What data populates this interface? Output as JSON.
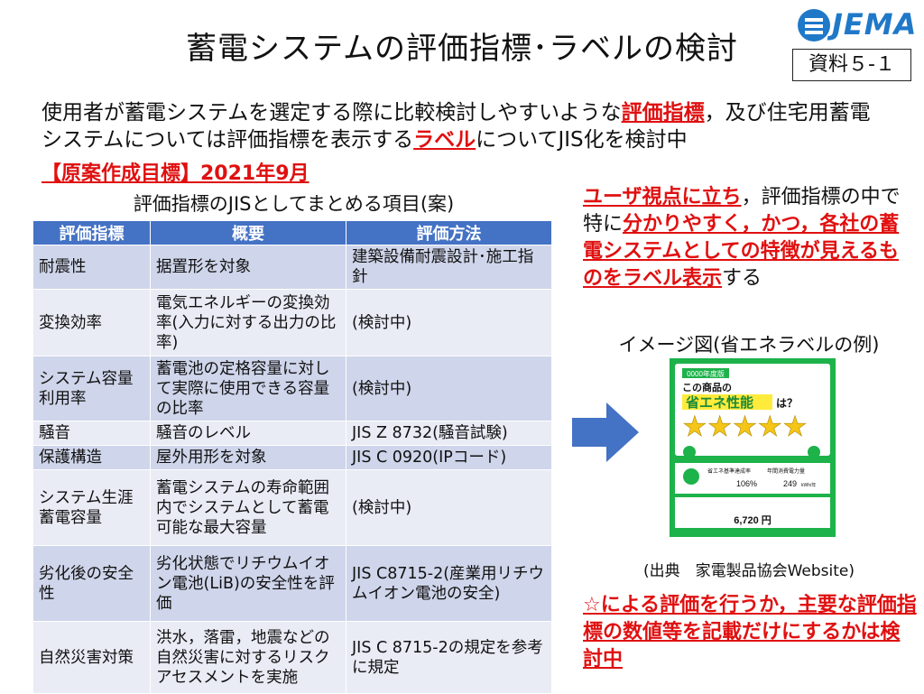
{
  "title": "蓄電システムの評価指標･ラベルの検討",
  "logo": {
    "text": "JEMA"
  },
  "doc_number": "資料５-１",
  "intro": {
    "part1": "使用者が蓄電システムを選定する際に比較検討しやすいような",
    "highlight1": "評価指標",
    "part2": "，及び住宅用蓄電システムについては評価指標を表示する",
    "highlight2": "ラベル",
    "part3": "についてJIS化を検討中"
  },
  "target": "【原案作成目標】2021年9月",
  "table_caption": "評価指標のJISとしてまとめる項目(案)",
  "table": {
    "headers": [
      "評価指標",
      "概要",
      "評価方法"
    ],
    "rows": [
      [
        "耐震性",
        "据置形を対象",
        "建築設備耐震設計･施工指針"
      ],
      [
        "変換効率",
        "電気エネルギーの変換効率(入力に対する出力の比率)",
        "(検討中)"
      ],
      [
        "システム容量利用率",
        "蓄電池の定格容量に対して実際に使用できる容量の比率",
        "(検討中)"
      ],
      [
        "騒音",
        "騒音のレベル",
        "JIS Z 8732(騒音試験)"
      ],
      [
        "保護構造",
        "屋外用形を対象",
        "JIS C 0920(IPコード)"
      ],
      [
        "システム生涯蓄電容量",
        "蓄電システムの寿命範囲内でシステムとして蓄電可能な最大容量",
        "(検討中)"
      ],
      [
        "劣化後の安全性",
        "劣化状態でリチウムイオン電池(LiB)の安全性を評価",
        "JIS C8715-2(産業用リチウムイオン電池の安全)"
      ],
      [
        "自然災害対策",
        "洪水，落雷，地震などの自然災害に対するリスクアセスメントを実施",
        "JIS C 8715-2の規定を参考に規定"
      ]
    ]
  },
  "right_top": {
    "h1": "ユーザ視点に立ち",
    "t1": "，評価指標の中で特に",
    "h2": "分かりやすく，かつ，各社の蓄電システムとしての特徴が見えるものをラベル表示",
    "t2": "する"
  },
  "image_caption": "イメージ図(省エネラベルの例)",
  "label": {
    "year_tag": "0000年度版",
    "line1": "この商品の",
    "line2": "省エネ性能",
    "line3": "は？",
    "stars": "★★★★★",
    "rate_label": "省エネ基準達成率",
    "rate_value": "106%",
    "power_label": "年間消費電力量",
    "power_value": "249",
    "power_unit": "kWh/年",
    "cost": "6,720 円"
  },
  "source": "(出典　家電製品協会Website)",
  "right_bottom": "☆による評価を行うか，主要な評価指標の数値等を記載だけにするかは検討中",
  "colors": {
    "accent_red": "#e01010",
    "table_header": "#4472c4",
    "row_odd": "#cfd5ea",
    "row_even": "#e9ebf5",
    "label_green": "#1db24a",
    "star": "#f5c518",
    "arrow": "#4472c4"
  }
}
